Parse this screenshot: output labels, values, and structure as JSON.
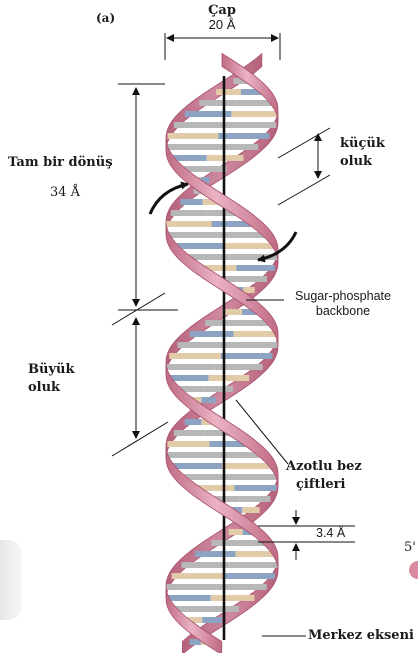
{
  "panel_label": "(a)",
  "diameter": {
    "title": "Çap",
    "value": "20 Å"
  },
  "full_turn": {
    "title": "Tam bir dönüş",
    "value": "34 Å"
  },
  "minor_groove": {
    "line1": "küçük",
    "line2": "oluk"
  },
  "backbone": {
    "line1": "Sugar-phosphate",
    "line2": "backbone"
  },
  "major_groove": {
    "line1": "Büyük",
    "line2": "oluk"
  },
  "base_pairs": {
    "line1": "Azotlu bez",
    "line2": "çiftleri"
  },
  "rise": {
    "value": "3.4 Å"
  },
  "axis": {
    "label": "Merkez ekseni"
  },
  "edge_fragments": {
    "five_prime": "5'"
  },
  "colors": {
    "ribbon": "#d27b92",
    "ribbon_dark": "#a8536c",
    "base_blue": "#8da3c4",
    "base_tan": "#e2cba8",
    "base_grey": "#b7b7b7",
    "axis": "#111111"
  }
}
